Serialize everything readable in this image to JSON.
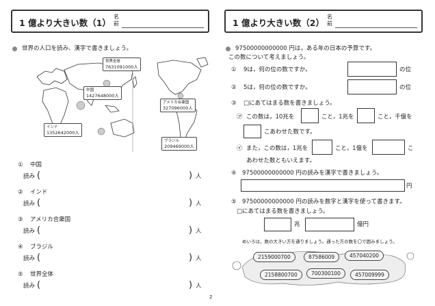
{
  "left": {
    "title": "1 億より大きい数（1）",
    "name_label": "名前",
    "instruction": "世界の人口を読み、漢字で書きましょう。",
    "map_labels": {
      "world": {
        "caption": "世界全体",
        "value": "7631091000人"
      },
      "china": {
        "caption": "中国",
        "value": "1427648000人"
      },
      "usa": {
        "caption": "アメリカ合衆国",
        "value": "327096000人"
      },
      "india": {
        "caption": "インド",
        "value": "1352642000人"
      },
      "brazil": {
        "caption": "ブラジル",
        "value": "209469000人"
      }
    },
    "items": [
      {
        "num": "①",
        "label": "中国",
        "read": "読み",
        "unit": "人"
      },
      {
        "num": "②",
        "label": "インド",
        "read": "読み",
        "unit": "人"
      },
      {
        "num": "③",
        "label": "アメリカ合衆国",
        "read": "読み",
        "unit": "人"
      },
      {
        "num": "④",
        "label": "ブラジル",
        "read": "読み",
        "unit": "人"
      },
      {
        "num": "⑤",
        "label": "世界全体",
        "read": "読み",
        "unit": "人"
      }
    ]
  },
  "right": {
    "title": "1 億より大きい数（2）",
    "name_label": "名前",
    "intro1": "97500000000000 円は，ある年の日本の予算です。",
    "intro2": "この数について考えましょう。",
    "q1": {
      "num": "①",
      "text": "9は，何の位の数ですか。",
      "suffix": "の位"
    },
    "q2": {
      "num": "②",
      "text": "5は，何の位の数ですか。",
      "suffix": "の位"
    },
    "q3": {
      "num": "③",
      "text": "□にあてはまる数を書きましょう。",
      "a_mark": "㋐",
      "a_part1": "この数は，10兆を",
      "a_part2": "こと，1兆を",
      "a_part3": "こと，千億を",
      "a_part4": "こあわせた数です。",
      "i_mark": "㋑",
      "i_part1": "また，この数は，1兆を",
      "i_part2": "こと，1億を",
      "i_part3": "こ",
      "i_part4": "あわせた数ともいえます。"
    },
    "q4": {
      "num": "④",
      "text": "97500000000000 円の読みを漢字で書きましょう。",
      "unit": "円"
    },
    "q5": {
      "num": "⑤",
      "text": "97500000000000 円の読みを数字と漢字を使って書きます。",
      "text2": "□にあてはまる数を書きましょう。",
      "unit1": "兆",
      "unit2": "億円"
    },
    "maze_instruction": "めいろは，数の大きい方を通りましょう。通った方の数を〇で囲みましょう。",
    "maze_numbers": [
      "2159000700",
      "87586009",
      "457040200",
      "2158800700",
      "700300100",
      "457009999"
    ]
  },
  "page_number": "2"
}
